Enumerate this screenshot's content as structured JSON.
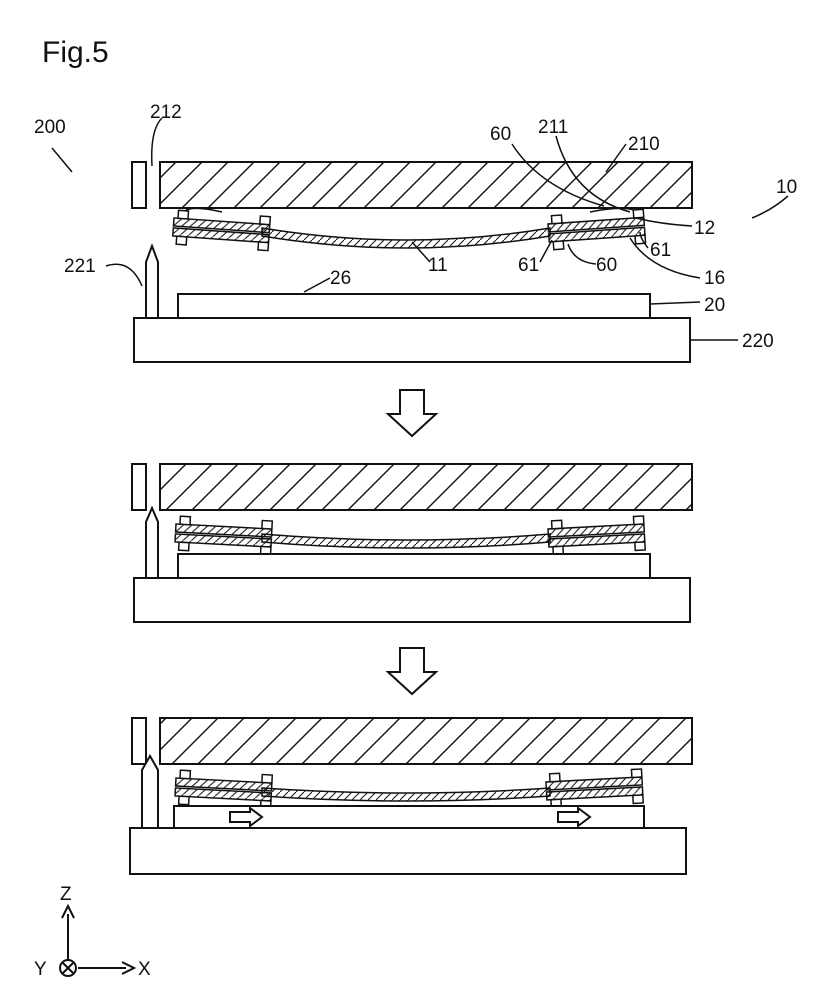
{
  "figure": {
    "title": "Fig.5",
    "labels": {
      "l200": "200",
      "l212": "212",
      "l60a": "60",
      "l211": "211",
      "l210": "210",
      "l10": "10",
      "l12": "12",
      "l221": "221",
      "l26": "26",
      "l11": "11",
      "l61a": "61",
      "l60b": "60",
      "l61b": "61",
      "l16": "16",
      "l20": "20",
      "l220": "220"
    },
    "axes": {
      "z": "Z",
      "y": "Y",
      "x": "X"
    }
  }
}
